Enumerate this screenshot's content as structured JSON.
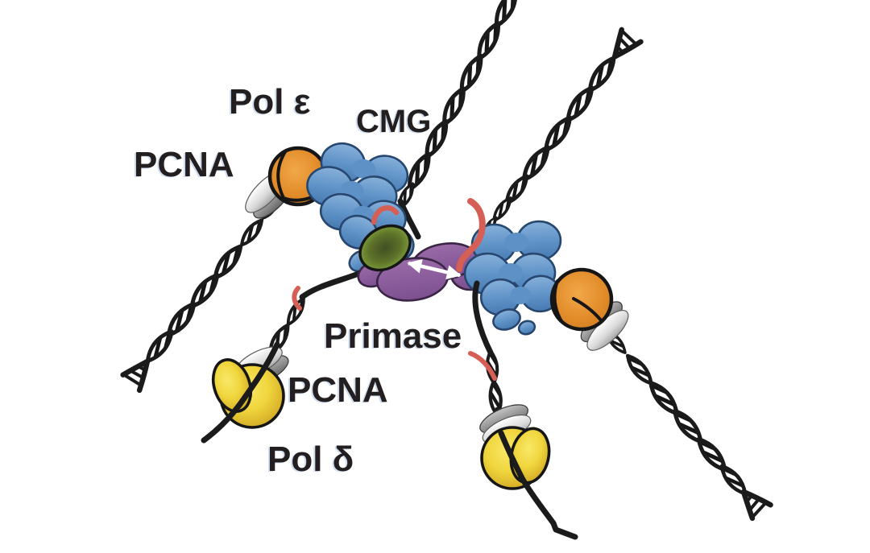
{
  "labels": {
    "pol_epsilon": "Pol ε",
    "cmg": "CMG",
    "pcna_upper": "PCNA",
    "primase": "Primase",
    "pcna_lower": "PCNA",
    "pol_delta": "Pol δ"
  },
  "colors": {
    "background": "#FFFFFF",
    "cmg_blue": "#5E92C7",
    "cmg_outline": "#27476F",
    "primase_purple": "#8D5F9B",
    "primase_outline": "#3A2545",
    "polymerase_orange": "#E18A28",
    "pol_delta_yellow": "#EFCB33",
    "accessory_green": "#7FA33B",
    "accessory_green_dark": "#3F5527",
    "pcna_grey": "#C9C9C9",
    "dna_black": "#1B1B1B",
    "rna_primer_red": "#D55F55",
    "arrow_white": "#FFFFFF",
    "label_text": "#231F20"
  }
}
